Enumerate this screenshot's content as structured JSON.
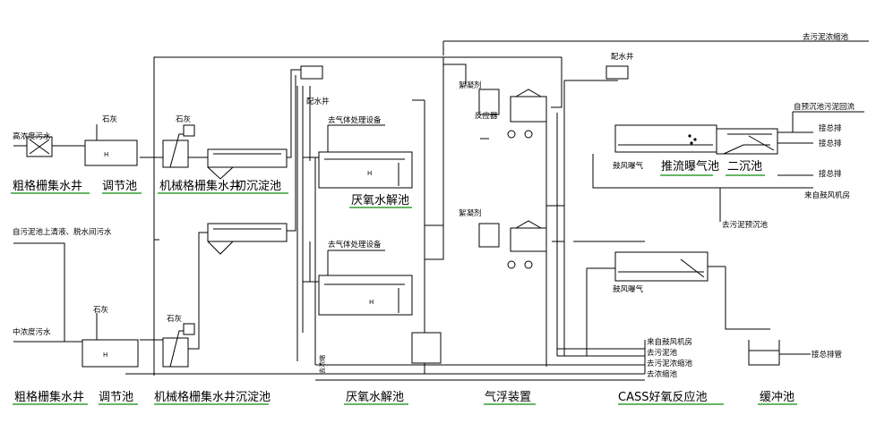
{
  "stage_labels": {
    "coarse_screen_well_1": "粗格栅集水井",
    "regulating_tank_1": "调节池",
    "mech_screen_sedimentation_1": "机械格栅集水井",
    "mech_screen_sedimentation_1_overlap": "初沉淀池",
    "anaerobic_1": "厌氧水解池",
    "cass_aeration": "推流曝气池",
    "secondary_clarifier": "二沉池",
    "coarse_screen_well_2": "粗格栅集水井",
    "regulating_tank_2": "调节池",
    "mech_screen_sedimentation_2": "机械格栅集水井沉淀池",
    "anaerobic_2": "厌氧水解池",
    "air_flotation": "气浮装置",
    "cass_reactor": "CASS好氧反应池",
    "buffer_tank": "缓冲池"
  },
  "annotations": {
    "high_conc_wastewater": "高浓度污水",
    "lime_1": "石灰",
    "lime_2": "石灰",
    "lime_3": "石灰",
    "lime_4": "石灰",
    "sludge_supernatant": "自污泥池上清液、脱水间污水",
    "mid_conc_wastewater": "中浓度污水",
    "water_distribution_well_1": "配水井",
    "water_distribution_well_2": "配水井",
    "gas_treatment_1": "去气体处理设备",
    "gas_treatment_2": "去气体处理设备",
    "dosing_1": "絮凝剂",
    "dosing_2": "絮凝剂",
    "reactor": "反应器",
    "to_sludge_thickener_top": "去污泥浓缩池",
    "return_sludge": "自预沉池污泥回流",
    "to_discharge_1": "接总排",
    "to_discharge_2": "接总排",
    "to_discharge_3": "接总排",
    "from_blower_1": "来自鼓风机房",
    "blower_aeration_1": "鼓风曝气",
    "blower_aeration_2": "鼓风曝气",
    "to_presedimentation": "去污泥预沉池",
    "from_blower_2": "来自鼓风机房",
    "to_sludge_tank": "去污泥池",
    "to_sludge_thickener_2": "去污泥浓缩池",
    "to_thickener": "去浓缩池",
    "to_discharge_pipe": "接总排管",
    "to_thickener_vertical": "去浓缩"
  }
}
